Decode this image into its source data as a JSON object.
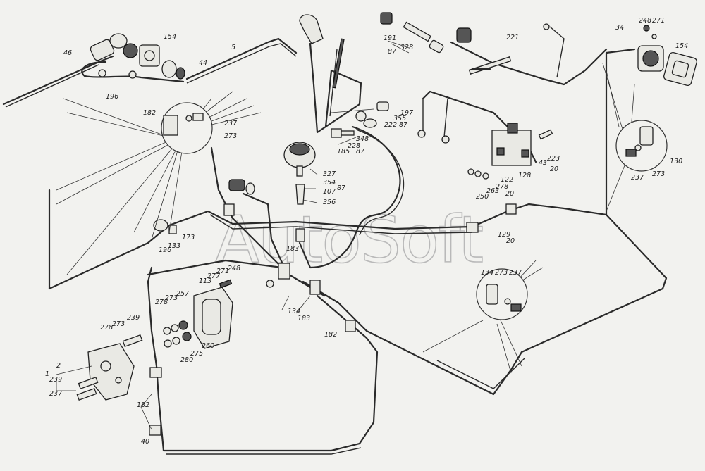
{
  "watermark": "AutoSoft",
  "labels": {
    "l46": "46",
    "l154a": "154",
    "l44": "44",
    "l5": "5",
    "l196a": "196",
    "l182a": "182",
    "l237a": "237",
    "l273a": "273",
    "l191": "191",
    "l328": "328",
    "l87a": "87",
    "l221": "221",
    "l34": "34",
    "l248a": "248",
    "l271a": "271",
    "l154b": "154",
    "l197": "197",
    "l355": "355",
    "l222": "222",
    "l87b": "87",
    "l348": "348",
    "l228": "228",
    "l185": "185",
    "l87c": "87",
    "l327": "327",
    "l354": "354",
    "l87d": "87",
    "l107": "107",
    "l356": "356",
    "l223": "223",
    "l43": "43",
    "l20a": "20",
    "l128": "128",
    "l122": "122",
    "l278a": "278",
    "l263": "263",
    "l250": "250",
    "l20b": "20",
    "l129": "129",
    "l20c": "20",
    "l130": "130",
    "l237b": "237",
    "l273b": "273",
    "l173": "173",
    "l196b": "196",
    "l133": "133",
    "l183a": "183",
    "l113": "113",
    "l277": "277",
    "l271b": "271",
    "l248b": "248",
    "l278b": "278",
    "l273c": "273",
    "l257": "257",
    "l239a": "239",
    "l278c": "278",
    "l273d": "273",
    "l275": "275",
    "l280a": "280",
    "l260": "260",
    "l134a": "134",
    "l183b": "183",
    "l182b": "182",
    "l134b": "134",
    "l273e": "273",
    "l237c": "237",
    "l1": "1",
    "l2": "2",
    "l239b": "239",
    "l237d": "237",
    "l182c": "182",
    "l40": "40"
  }
}
